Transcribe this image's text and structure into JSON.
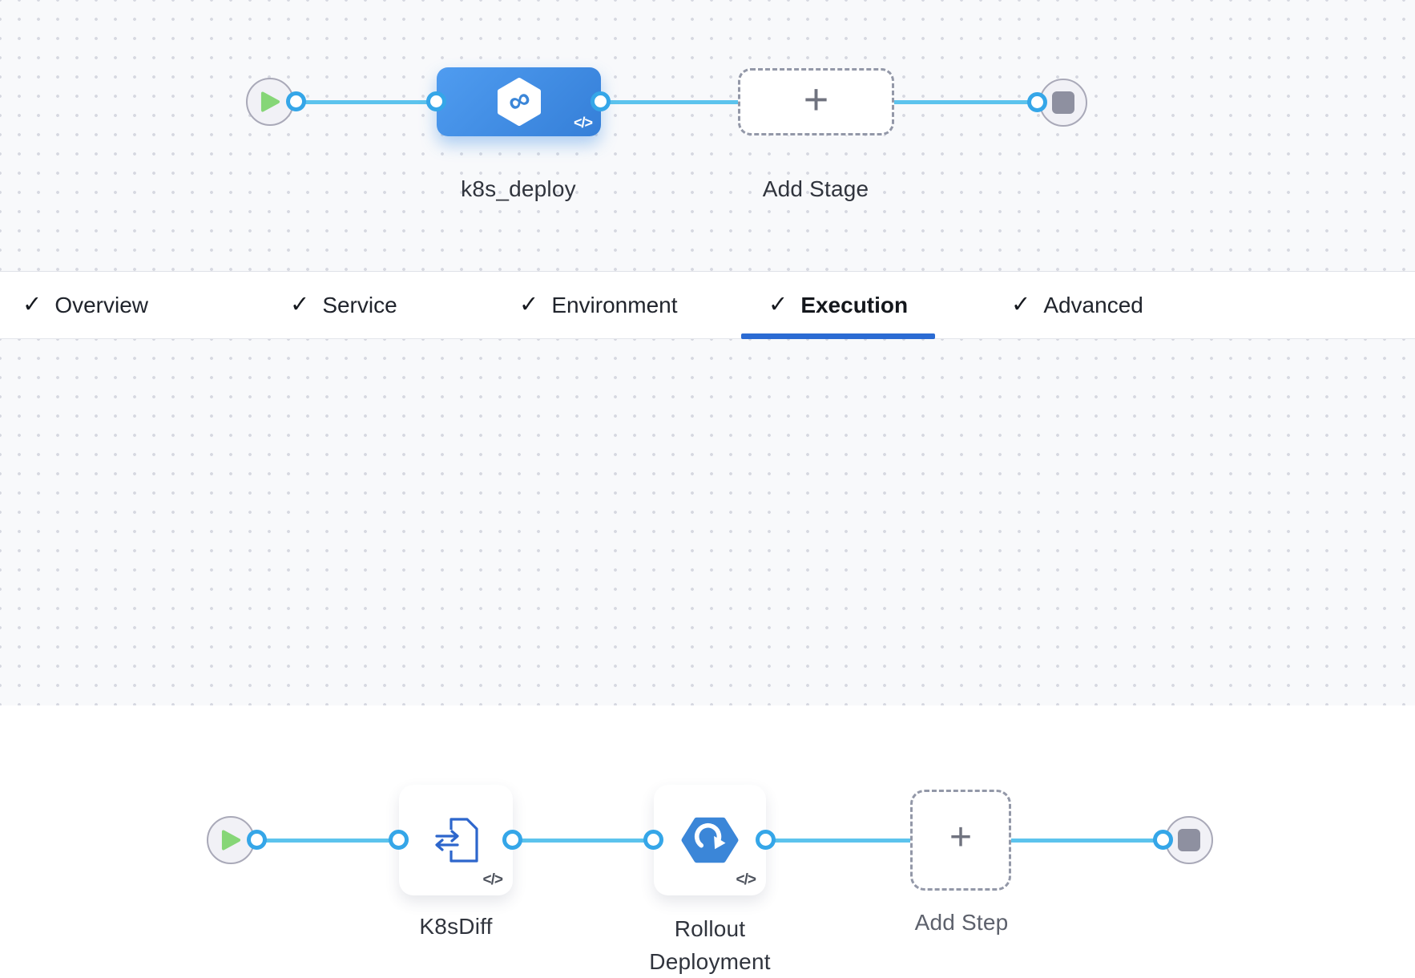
{
  "tabs": {
    "check_glyph": "✓",
    "items": [
      {
        "label": "Overview",
        "checked": true,
        "active": false
      },
      {
        "label": "Service",
        "checked": true,
        "active": false
      },
      {
        "label": "Environment",
        "checked": true,
        "active": false
      },
      {
        "label": "Execution",
        "checked": true,
        "active": true
      },
      {
        "label": "Advanced",
        "checked": true,
        "active": false
      }
    ]
  },
  "stage_pipeline": {
    "stage": {
      "label": "k8s_deploy",
      "icon": "harness-infinity-hexagon",
      "infinity_glyph": "∞",
      "code_badge": "</>"
    },
    "add_stage": {
      "label": "Add Stage",
      "plus_glyph": "+"
    }
  },
  "execution_graph": {
    "steps": [
      {
        "label": "K8sDiff",
        "icon": "swap-document",
        "code_badge": "</>"
      },
      {
        "label": "Rollout Deployment",
        "icon": "rollout-hexagon",
        "code_badge": "</>"
      }
    ],
    "add_step": {
      "label": "Add Step",
      "plus_glyph": "+"
    }
  },
  "colors": {
    "wire": "#5cc3ed",
    "connector_ring": "#35a6e8",
    "stage_blue_start": "#4f9cf0",
    "stage_blue_end": "#357fd8",
    "icon_blue": "#2d66cc",
    "hexagon_blue": "#3b86d8",
    "play_green": "#86d677",
    "stop_gray": "#8e90a0",
    "active_tab_underline": "#2b6bd3"
  }
}
